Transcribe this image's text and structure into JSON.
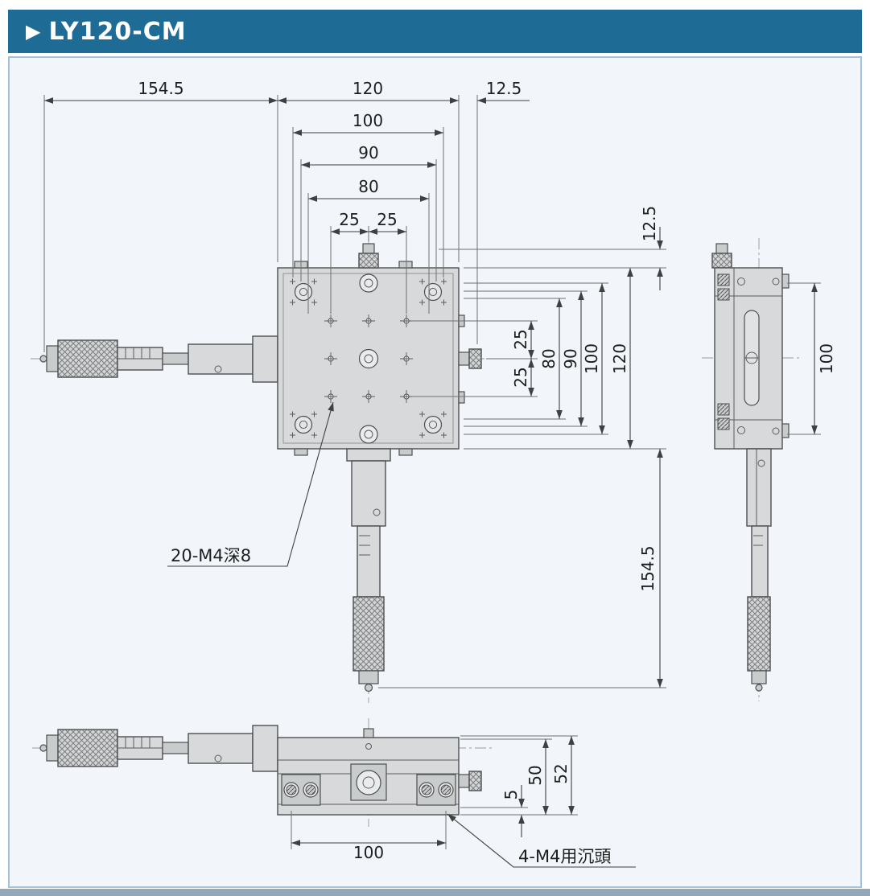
{
  "header": {
    "marker": "▶",
    "title": "LY120-CM"
  },
  "callouts": {
    "top_view_holes": "20-M4深8",
    "bottom_view_holes": "4-M4用沉頭"
  },
  "dims": {
    "top": {
      "d154_5": "154.5",
      "d120": "120",
      "d12_5": "12.5",
      "d100": "100",
      "d90": "90",
      "d80": "80",
      "d25a": "25",
      "d25b": "25"
    },
    "right": {
      "d12_5": "12.5",
      "d25a": "25",
      "d25b": "25",
      "d80": "80",
      "d90": "90",
      "d100": "100",
      "d120": "120",
      "d154_5": "154.5"
    },
    "side": {
      "d100": "100"
    },
    "bottom": {
      "d100": "100",
      "d5": "5",
      "d50": "50",
      "d52": "52"
    }
  }
}
